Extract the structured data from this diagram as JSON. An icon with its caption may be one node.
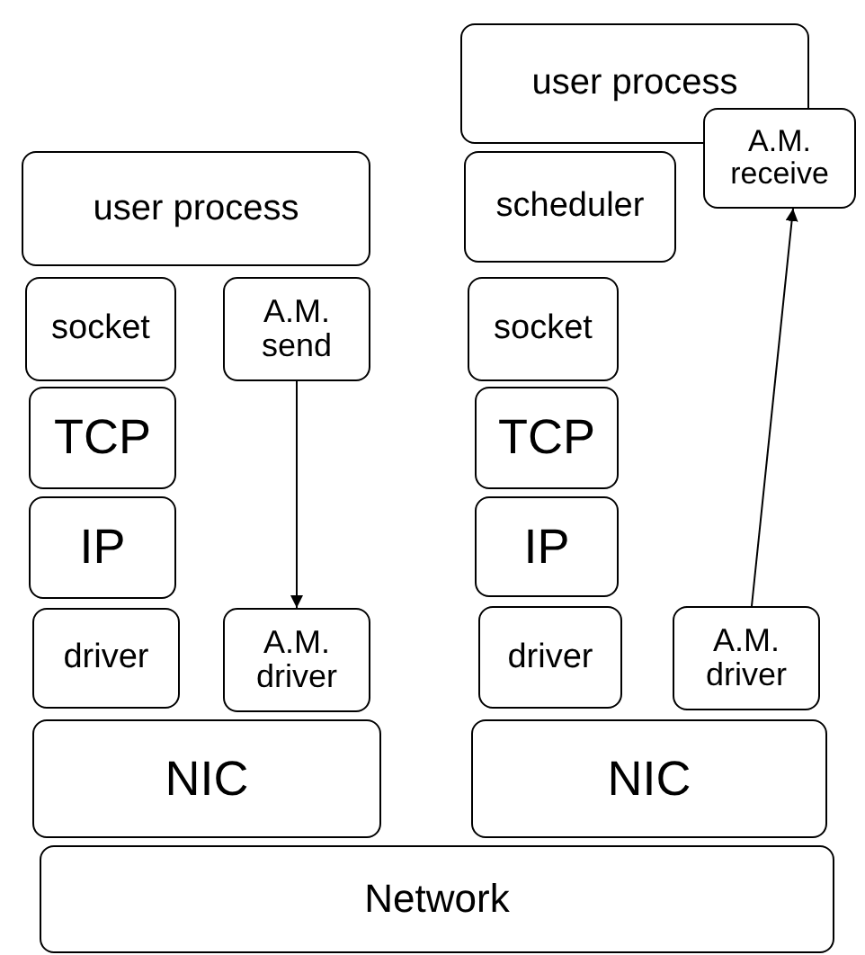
{
  "diagram": {
    "nodes": [
      {
        "text": [
          "user process"
        ]
      },
      {
        "text": [
          "socket"
        ]
      },
      {
        "text": [
          "A.M. send"
        ]
      },
      {
        "text": [
          "TCP"
        ]
      },
      {
        "text": [
          "IP"
        ]
      },
      {
        "text": [
          "driver"
        ]
      },
      {
        "text": [
          "A.M. driver"
        ]
      },
      {
        "text": [
          "NIC"
        ]
      },
      {
        "text": [
          "user process"
        ]
      },
      {
        "text": [
          "A.M. receive"
        ]
      },
      {
        "text": [
          "scheduler"
        ]
      },
      {
        "text": [
          "socket"
        ]
      },
      {
        "text": [
          "TCP"
        ]
      },
      {
        "text": [
          "IP"
        ]
      },
      {
        "text": [
          "driver"
        ]
      },
      {
        "text": [
          "A.M. driver"
        ]
      },
      {
        "text": [
          "NIC"
        ]
      },
      {
        "text": [
          "Network"
        ]
      }
    ],
    "edges": [
      {
        "from": 2,
        "to": 6,
        "arrow": "to"
      },
      {
        "from": 15,
        "to": 9,
        "arrow": "to"
      }
    ]
  }
}
